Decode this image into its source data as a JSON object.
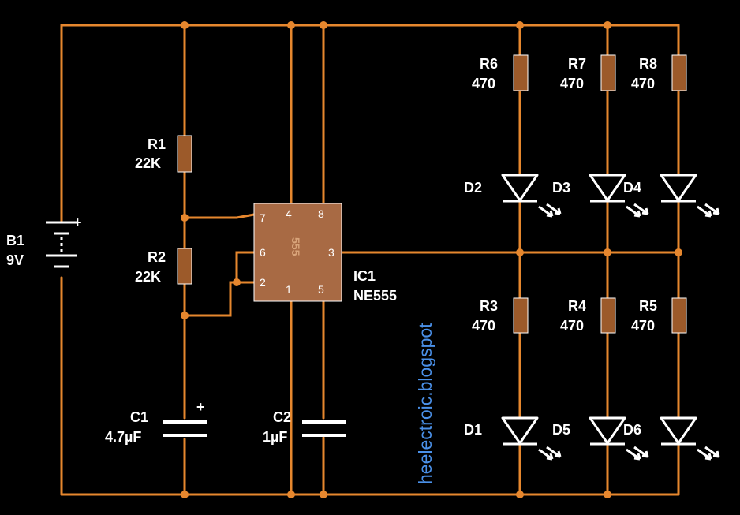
{
  "colors": {
    "wire": "#e6872e",
    "background": "#000000",
    "ic_body": "#a86a44",
    "resistor_body": "#9c5a2a",
    "component": "#ffffff",
    "watermark": "#4a90e8"
  },
  "battery": {
    "ref": "B1",
    "value": "9V",
    "plus": "+"
  },
  "r1": {
    "ref": "R1",
    "value": "22K"
  },
  "r2": {
    "ref": "R2",
    "value": "22K"
  },
  "c1": {
    "ref": "C1",
    "value": "4.7µF",
    "plus": "+"
  },
  "c2": {
    "ref": "C2",
    "value": "1µF"
  },
  "ic": {
    "ref": "IC1",
    "part": "NE555",
    "body_text": "555",
    "pins": [
      "7",
      "4",
      "8",
      "6",
      "3",
      "2",
      "1",
      "5"
    ]
  },
  "leds_top": [
    {
      "r_ref": "R6",
      "r_value": "470",
      "d_ref": "D2"
    },
    {
      "r_ref": "R7",
      "r_value": "470",
      "d_ref": "D3"
    },
    {
      "r_ref": "R8",
      "r_value": "470",
      "d_ref": "D4"
    }
  ],
  "leds_bottom": [
    {
      "r_ref": "R3",
      "r_value": "470",
      "d_ref": "D1"
    },
    {
      "r_ref": "R4",
      "r_value": "470",
      "d_ref": "D5"
    },
    {
      "r_ref": "R5",
      "r_value": "470",
      "d_ref": "D6"
    }
  ],
  "watermark": "heelectroic.blogspot",
  "icons": [
    "resistor-icon",
    "capacitor-icon",
    "led-icon",
    "battery-icon",
    "ic-icon"
  ]
}
